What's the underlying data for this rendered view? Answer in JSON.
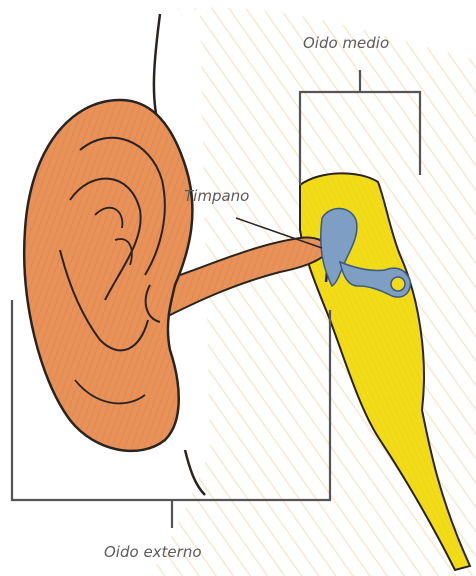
{
  "labels": {
    "middle_ear": "Oido medio",
    "eardrum": "Timpano",
    "outer_ear": "Oido externo"
  },
  "colors": {
    "skin": "#e8925a",
    "skin_dark": "#c96a35",
    "outline": "#2a2420",
    "yellow": "#f2dc1a",
    "ossicles": "#7f9ec4",
    "pencil_hatch": "#ecd9a8",
    "label_text": "#5b5b5b"
  }
}
